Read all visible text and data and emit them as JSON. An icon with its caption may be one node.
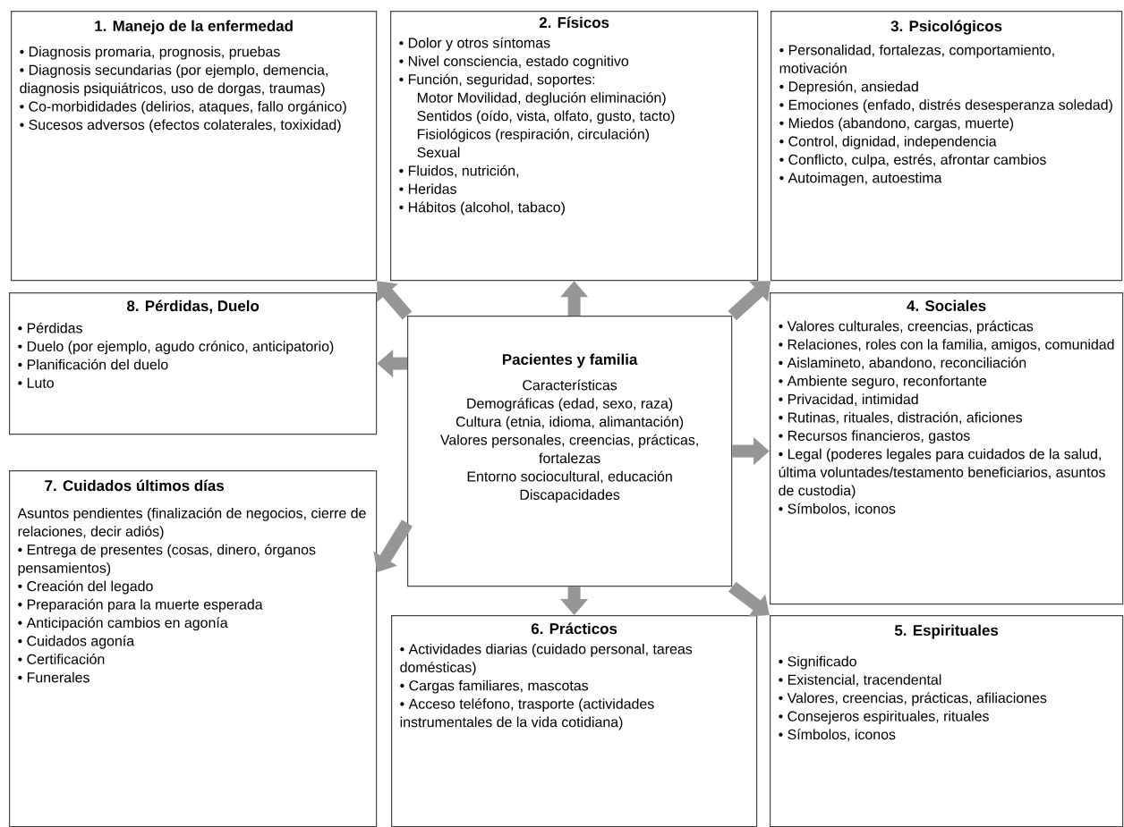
{
  "diagram": {
    "nodes": [
      {
        "text": [
          "1. Manejo de la enfermedad",
          "• Diagnosis promaria, prognosis, pruebas",
          "• Diagnosis secundarias (por ejemplo, demencia, diagnosis psiquiátricos, uso de dorgas, traumas)",
          "• Co-morbididades (delirios, ataques, fallo orgánico)",
          "• Sucesos adversos (efectos colaterales, toxixidad)"
        ]
      },
      {
        "text": [
          "2. Físicos",
          "• Dolor y otros síntomas",
          "• Nivel consciencia, estado cognitivo",
          "• Función, seguridad, soportes:",
          "Motor Movilidad, deglución eliminación)",
          "Sentidos (oído, vista, olfato, gusto, tacto)",
          "Fisiológicos (respiración, circulación)",
          "Sexual",
          "• Fluidos, nutrición,",
          "• Heridas",
          "• Hábitos (alcohol, tabaco)"
        ]
      },
      {
        "text": [
          "3. Psicológicos",
          "• Personalidad, fortalezas, comportamiento, motivación",
          "• Depresión, ansiedad",
          "• Emociones (enfado, distrés desesperanza soledad)",
          "• Miedos (abandono, cargas, muerte)",
          "• Control, dignidad, independencia",
          "• Conflicto, culpa, estrés, afrontar cambios",
          "• Autoimagen, autoestima"
        ]
      },
      {
        "text": [
          "8. Pérdidas, Duelo",
          "• Pérdidas",
          "• Duelo (por ejemplo, agudo crónico, anticipatorio)",
          "• Planificación del duelo",
          "• Luto"
        ]
      },
      {
        "text": [
          "Pacientes y familia",
          "Características",
          "Demográficas (edad, sexo, raza)",
          "Cultura (etnia, idioma, alimantación)",
          "Valores personales, creencias, prácticas, fortalezas",
          "Entorno sociocultural, educación",
          "Discapacidades"
        ]
      },
      {
        "text": [
          "4. Sociales",
          "• Valores culturales, creencias, prácticas",
          "• Relaciones, roles con la familia, amigos, comunidad",
          "• Aislamineto, abandono, reconciliación",
          "• Ambiente seguro, reconfortante",
          "• Privacidad, intimidad",
          "• Rutinas, rituales, distración, aficiones",
          "• Recursos financieros, gastos",
          "• Legal (poderes legales para cuidados de la salud, última voluntades/testamento beneficiarios, asuntos de custodia)",
          "• Símbolos, iconos"
        ]
      },
      {
        "text": [
          "7. Cuidados últimos días",
          "Asuntos pendientes (finalización de negocios, cierre de relaciones, decir adiós)",
          "• Entrega de presentes (cosas, dinero, órganos pensamientos)",
          "• Creación del legado",
          "• Preparación para la muerte esperada",
          "• Anticipación cambios en agonía",
          "• Cuidados agonía",
          "• Certificación",
          "• Funerales"
        ]
      },
      {
        "text": [
          "6. Prácticos",
          "• Actividades diarias (cuidado personal, tareas domésticas)",
          "• Cargas familiares, mascotas",
          "• Acceso teléfono, trasporte (actividades instrumentales de la vida cotidiana)"
        ]
      },
      {
        "text": [
          "5. Espirituales",
          "• Significado",
          "• Existencial, tracendental",
          "• Valores, creencias, prácticas, afiliaciones",
          "• Consejeros espirituales, rituales",
          "• Símbolos, iconos"
        ]
      }
    ],
    "edges": [
      {
        "from": 4,
        "to": 0,
        "arrow": "to"
      },
      {
        "from": 4,
        "to": 1,
        "arrow": "to"
      },
      {
        "from": 4,
        "to": 2,
        "arrow": "to"
      },
      {
        "from": 4,
        "to": 3,
        "arrow": "to"
      },
      {
        "from": 4,
        "to": 5,
        "arrow": "to"
      },
      {
        "from": 4,
        "to": 6,
        "arrow": "to"
      },
      {
        "from": 4,
        "to": 7,
        "arrow": "to"
      },
      {
        "from": 4,
        "to": 8,
        "arrow": "to"
      }
    ]
  }
}
